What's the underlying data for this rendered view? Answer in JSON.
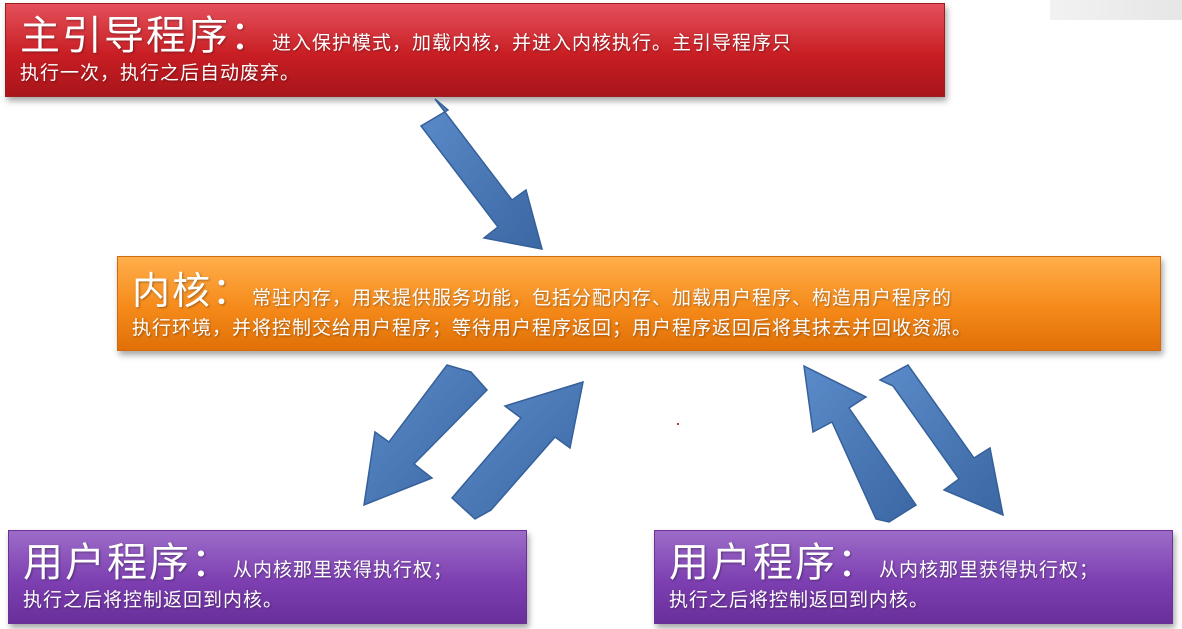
{
  "boxes": {
    "main": {
      "title": "主引导程序：",
      "text_line1": "进入保护模式，加载内核，并进入内核执行。主引导程序只",
      "text_line2": "执行一次，执行之后自动废弃。",
      "color": "#c81e24"
    },
    "kernel": {
      "title": "内核：",
      "text_line1": "常驻内存，用来提供服务功能，包括分配内存、加载用户程序、构造用户程序的",
      "text_line2": "执行环境，并将控制交给用户程序；等待用户程序返回；用户程序返回后将其抹去并回收资源。",
      "color": "#f58a1a"
    },
    "user_left": {
      "title": "用户程序：",
      "text_line1": "从内核那里获得执行权；",
      "text_line2": "执行之后将控制返回到内核。",
      "color": "#7d3fb1"
    },
    "user_right": {
      "title": "用户程序：",
      "text_line1": "从内核那里获得执行权；",
      "text_line2": "执行之后将控制返回到内核。",
      "color": "#7d3fb1"
    }
  },
  "arrow_color": "#4a78b5"
}
